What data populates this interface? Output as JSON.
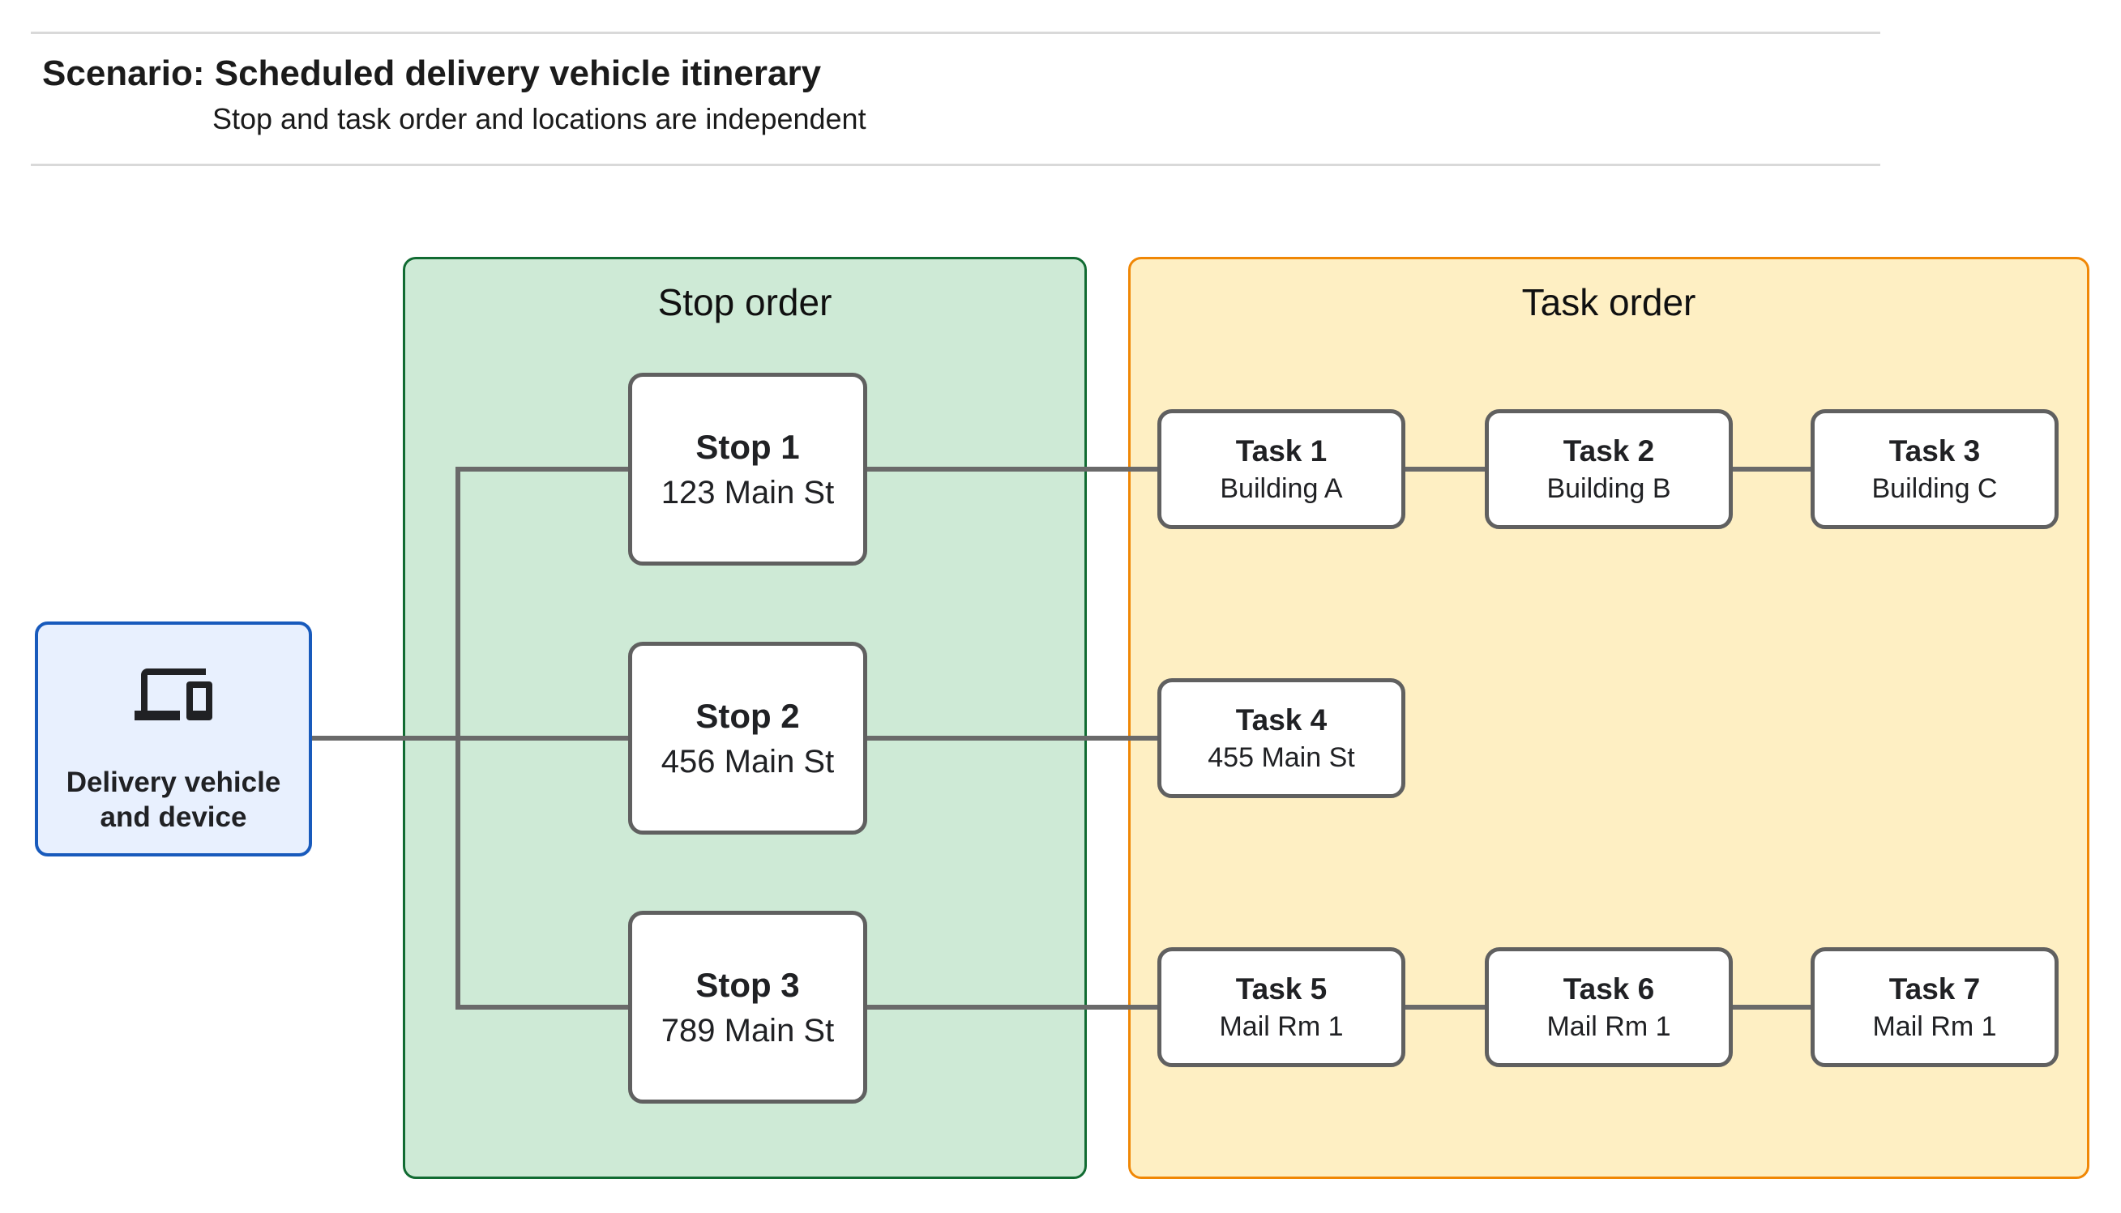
{
  "header": {
    "title": "Scenario: Scheduled delivery vehicle itinerary",
    "subtitle": "Stop and task order and locations are independent"
  },
  "vehicle": {
    "label": "Delivery vehicle\nand device",
    "icon": "devices-icon"
  },
  "stop_group": {
    "title": "Stop order",
    "fill": "#CEEAD6",
    "border": "#116B32",
    "stops": [
      {
        "name": "Stop 1",
        "location": "123 Main St"
      },
      {
        "name": "Stop 2",
        "location": "456 Main St"
      },
      {
        "name": "Stop 3",
        "location": "789 Main St"
      }
    ]
  },
  "task_group": {
    "title": "Task order",
    "fill": "#FEEFC3",
    "border": "#F08705",
    "tasks": [
      {
        "name": "Task 1",
        "location": "Building A"
      },
      {
        "name": "Task 2",
        "location": "Building B"
      },
      {
        "name": "Task 3",
        "location": "Building C"
      },
      {
        "name": "Task 4",
        "location": "455 Main St"
      },
      {
        "name": "Task 5",
        "location": "Mail Rm 1"
      },
      {
        "name": "Task 6",
        "location": "Mail Rm 1"
      },
      {
        "name": "Task 7",
        "location": "Mail Rm 1"
      }
    ]
  },
  "colors": {
    "vehicle_fill": "#E8F0FE",
    "vehicle_border": "#185ABC",
    "connector": "#6A6A6A",
    "node_border": "#606060",
    "divider": "#D9D9D9",
    "icon": "#202124"
  }
}
